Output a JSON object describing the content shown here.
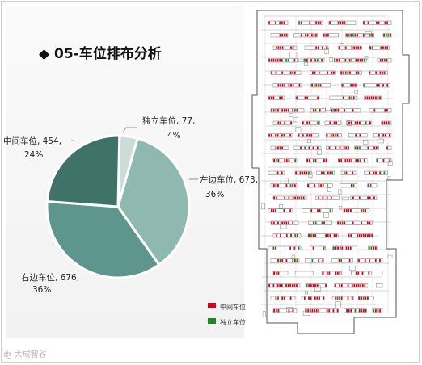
{
  "title": "◆ 05-车位排布分析",
  "chart_data": {
    "type": "pie",
    "title": "05-车位排布分析",
    "slices": [
      {
        "name": "独立车位",
        "value": 77,
        "percent": "4%",
        "label": "独立车位, 77,",
        "pct_label": "4%",
        "color": "#cddcd9"
      },
      {
        "name": "左边车位",
        "value": 673,
        "percent": "36%",
        "label": "左边车位, 673,",
        "pct_label": "36%",
        "color": "#8fb8b1"
      },
      {
        "name": "右边车位",
        "value": 676,
        "percent": "36%",
        "label": "右边车位, 676,",
        "pct_label": "36%",
        "color": "#5e958c"
      },
      {
        "name": "中间车位",
        "value": 454,
        "percent": "24%",
        "label": "中间车位, 454,",
        "pct_label": "24%",
        "color": "#3f7268"
      }
    ]
  },
  "plan_legend": [
    {
      "label": "中间车位",
      "color": "#d0021b"
    },
    {
      "label": "独立车位",
      "color": "#1a8a1a"
    }
  ],
  "watermark": "大成智谷"
}
